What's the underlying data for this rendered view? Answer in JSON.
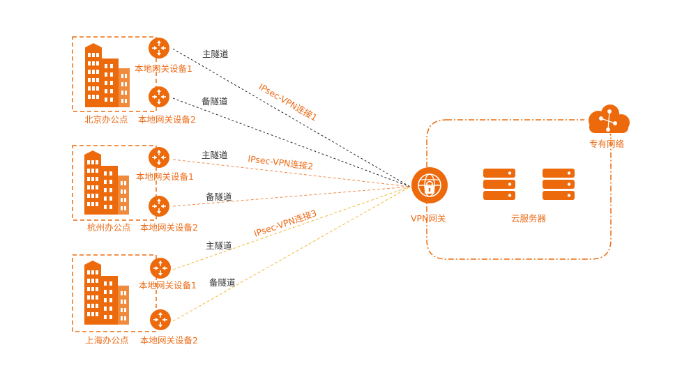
{
  "colors": {
    "accent": "#ed6a0c",
    "accent_light": "#f39a4d",
    "tunnel_black": "#222222",
    "tunnel_orange": "#ef8a4a",
    "tunnel_yellow": "#f2b93a"
  },
  "offices": [
    {
      "name": "北京办公点",
      "device1": "本地网关设备1",
      "device2": "本地网关设备2"
    },
    {
      "name": "杭州办公点",
      "device1": "本地网关设备1",
      "device2": "本地网关设备2"
    },
    {
      "name": "上海办公点",
      "device1": "本地网关设备1",
      "device2": "本地网关设备2"
    }
  ],
  "tunnels": {
    "primary": "主隧道",
    "backup": "备隧道"
  },
  "connections": [
    "IPsec-VPN连接1",
    "IPsec-VPN连接2",
    "IPsec-VPN连接3"
  ],
  "vpc": {
    "label": "专有网络",
    "vpn_gateway_label": "VPN网关",
    "server_label": "云服务器",
    "icons": [
      "cloud-icon",
      "vpn-gateway-icon",
      "server-icon",
      "server-icon"
    ]
  },
  "building_icon": "building-icon",
  "router_icon": "router-icon"
}
